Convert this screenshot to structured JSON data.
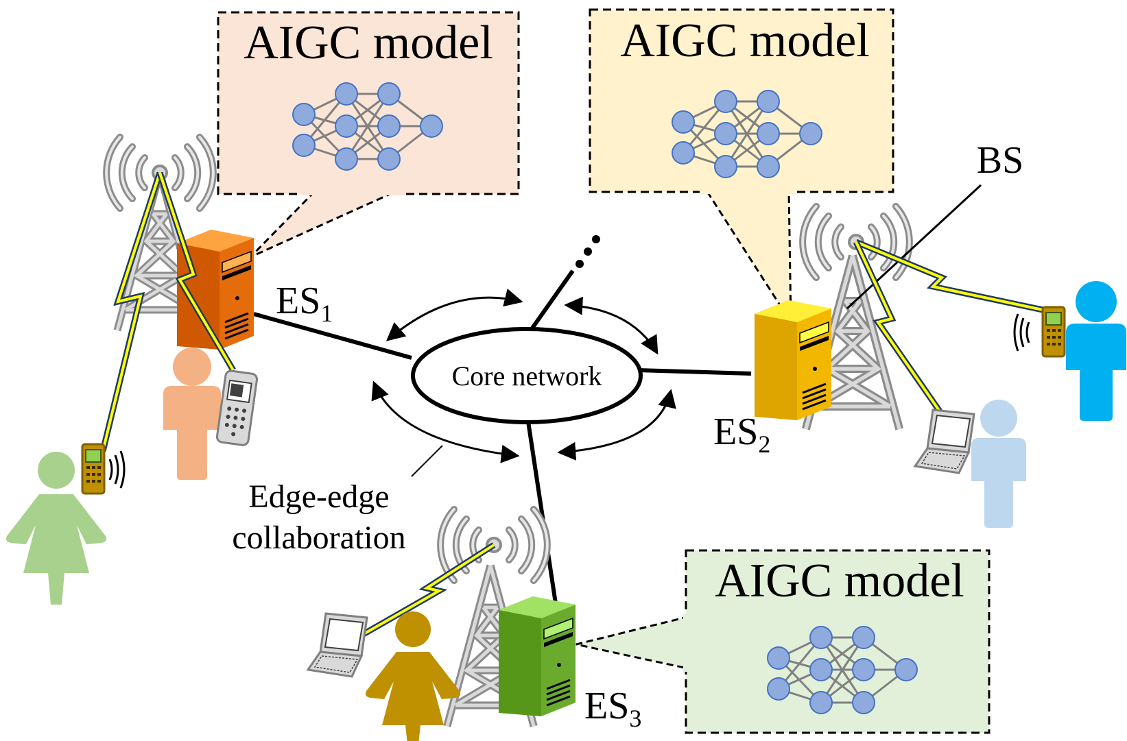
{
  "models": [
    {
      "label": "AIGC model",
      "fill": "#fbe5d6"
    },
    {
      "label": "AIGC model",
      "fill": "#fff2cc"
    },
    {
      "label": "AIGC model",
      "fill": "#e2f0d9"
    }
  ],
  "servers": [
    {
      "label": "ES",
      "sub": "1",
      "color": "#e46c0a"
    },
    {
      "label": "ES",
      "sub": "2",
      "color": "#f2b800"
    },
    {
      "label": "ES",
      "sub": "3",
      "color": "#6aab2e"
    }
  ],
  "core": {
    "label": "Core network"
  },
  "collab": {
    "line1": "Edge-edge",
    "line2": "collaboration"
  },
  "bs": {
    "label": "BS"
  },
  "users": [
    {
      "name": "user-peach",
      "color": "#f4b183"
    },
    {
      "name": "user-green-woman",
      "color": "#a9d18e"
    },
    {
      "name": "user-blue",
      "color": "#00b0f0"
    },
    {
      "name": "user-lightblue",
      "color": "#bdd7ee"
    },
    {
      "name": "user-gold-woman",
      "color": "#bf9000"
    }
  ],
  "colors": {
    "neuron": "#8faadc",
    "neuron_stroke": "#4472c4",
    "tower": "#a6a6a6",
    "lightning_fill": "#ffff00",
    "link": "#203864"
  }
}
